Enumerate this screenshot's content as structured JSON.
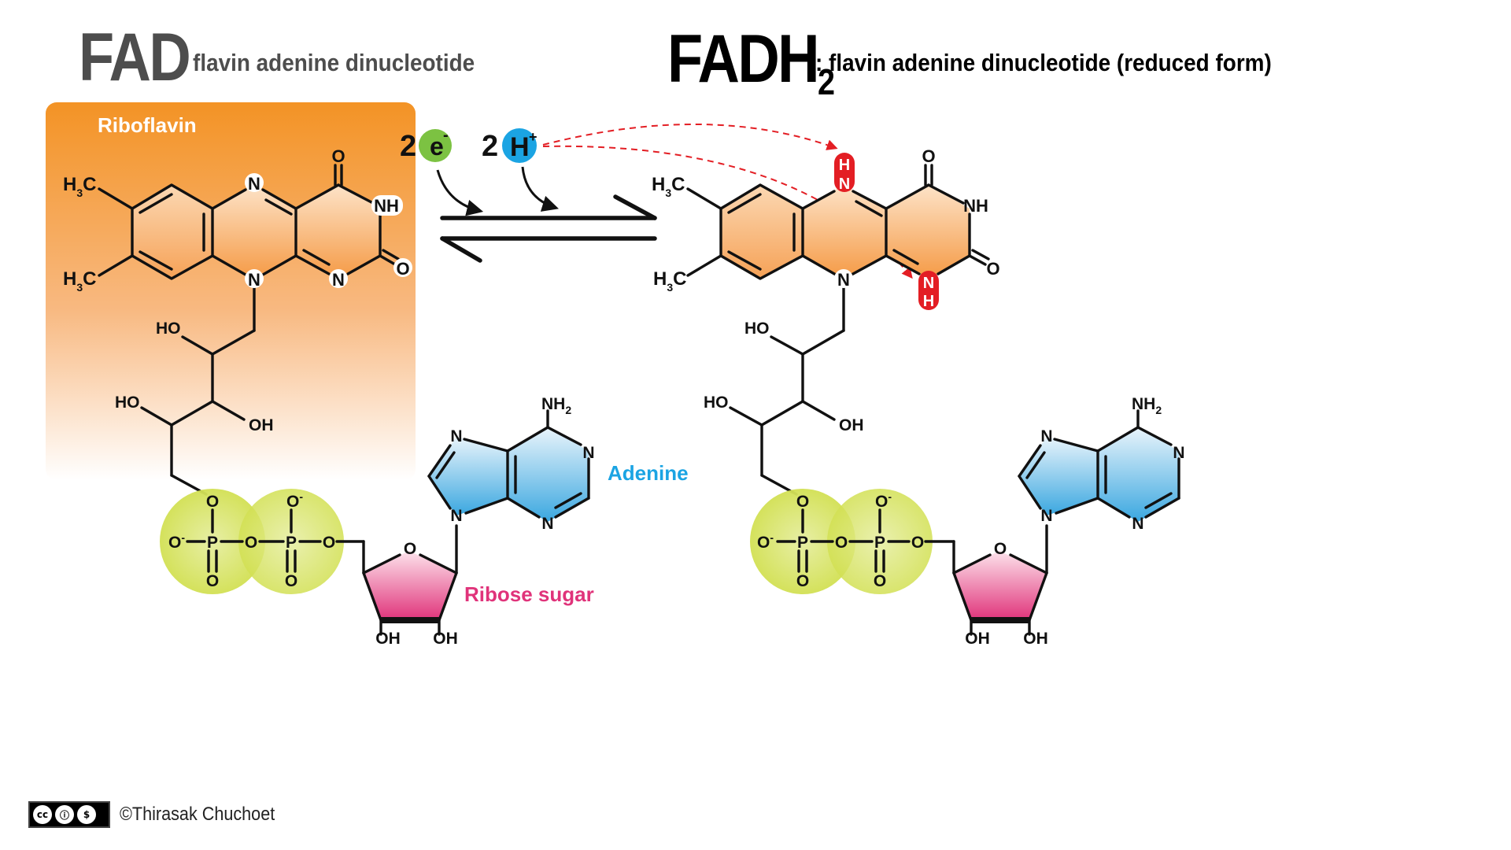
{
  "left": {
    "title": "FAD",
    "subtitle": ": flavin adenine dinucleotide",
    "riboflavin_label": "Riboflavin",
    "adenine_label": "Adenine",
    "ribose_label": "Ribose sugar"
  },
  "right": {
    "title": "FADH",
    "title_sub": "2",
    "subtitle": ": flavin adenine dinucleotide (reduced form)"
  },
  "reaction": {
    "electron_count": "2",
    "electron_symbol": "e",
    "electron_charge": "-",
    "proton_count": "2",
    "proton_symbol": "H",
    "proton_charge": "+"
  },
  "atoms": {
    "n": "N",
    "nh": "NH",
    "o": "O",
    "oh": "OH",
    "ho": "HO",
    "h": "H",
    "c": "C",
    "p": "P",
    "o_minus": "O",
    "minus": "-",
    "nh2": "NH",
    "sub2": "2",
    "sub3": "3"
  },
  "credit": {
    "badge_icons": [
      "cc-icon",
      "by-icon",
      "nc-icon"
    ],
    "badge_by": "BY",
    "badge_nc": "NC",
    "text": "©Thirasak Chuchoet"
  },
  "colors": {
    "riboflavin_orange": "#f39325",
    "ring_orange": "#f7a65a",
    "adenine_blue": "#3aa7e0",
    "ribose_pink": "#e0337a",
    "phosphate_green": "#d4e157",
    "electron_green": "#7cc242",
    "proton_blue": "#1ba4e3",
    "highlight_red": "#e31e24",
    "arrow_red": "#e31e24",
    "adenine_text": "#1ba4e3",
    "ribose_text": "#e0337a"
  }
}
